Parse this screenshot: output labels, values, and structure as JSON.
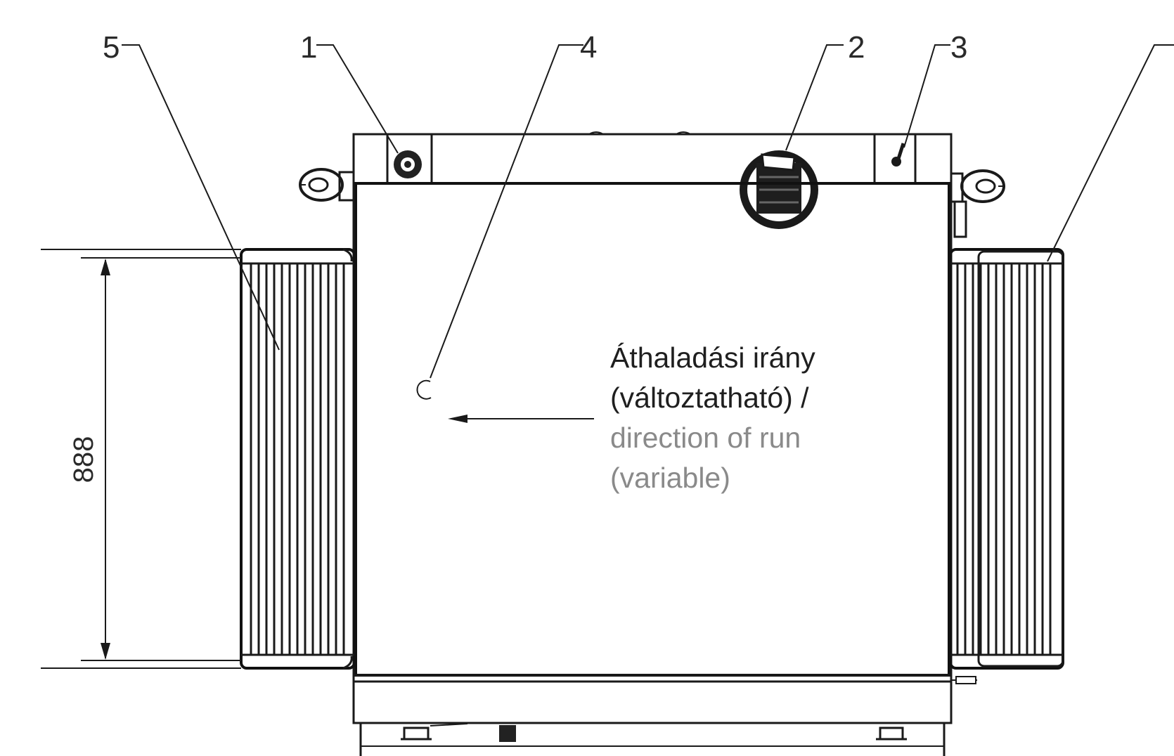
{
  "callouts": {
    "c1": "1",
    "c2": "2",
    "c3": "3",
    "c4": "4",
    "c5": "5"
  },
  "dimension": {
    "value": "888"
  },
  "note": {
    "line1": "Áthaladási irány",
    "line2": "(változtatható) /",
    "line3": "direction of run",
    "line4": "(variable)"
  },
  "colors": {
    "line": "#1a1a1a",
    "note_primary": "#1f1f1f",
    "note_secondary": "#8a8a8a"
  }
}
